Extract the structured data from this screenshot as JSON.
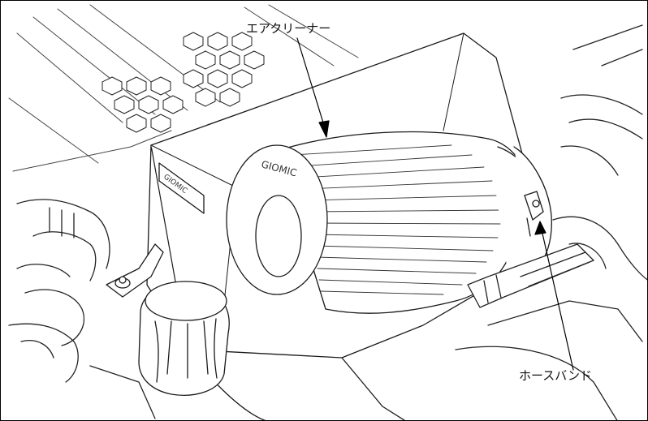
{
  "callouts": {
    "air_cleaner": "エアクリーナー",
    "hose_band": "ホースバンド"
  },
  "branding": {
    "filter_logo": "GIOMIC",
    "panel_logo": "GIOMIC"
  }
}
